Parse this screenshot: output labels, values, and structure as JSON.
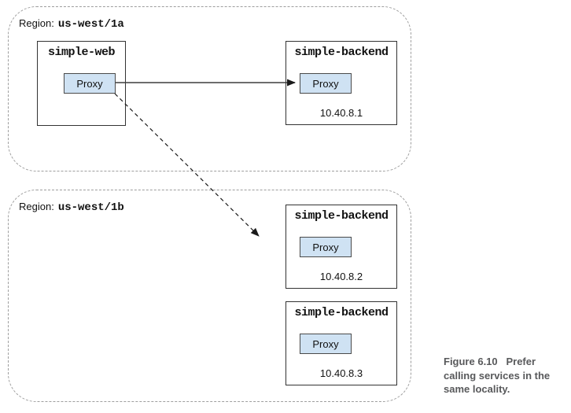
{
  "regions": [
    {
      "label_prefix": "Region:",
      "name": "us-west/1a"
    },
    {
      "label_prefix": "Region:",
      "name": "us-west/1b"
    }
  ],
  "services": {
    "web": {
      "title": "simple-web",
      "proxy_label": "Proxy"
    },
    "backends": [
      {
        "title": "simple-backend",
        "proxy_label": "Proxy",
        "ip": "10.40.8.1"
      },
      {
        "title": "simple-backend",
        "proxy_label": "Proxy",
        "ip": "10.40.8.2"
      },
      {
        "title": "simple-backend",
        "proxy_label": "Proxy",
        "ip": "10.40.8.3"
      }
    ]
  },
  "caption": {
    "text": "Figure 6.10   Prefer\ncalling services in the\nsame locality."
  },
  "colors": {
    "proxy_fill": "#cfe2f3",
    "box_border": "#333333",
    "region_border": "#9e9e9e",
    "caption_color": "#58595b",
    "arrow_solid": "#3d3d3d",
    "arrow_dashed": "#1a1a1a"
  }
}
